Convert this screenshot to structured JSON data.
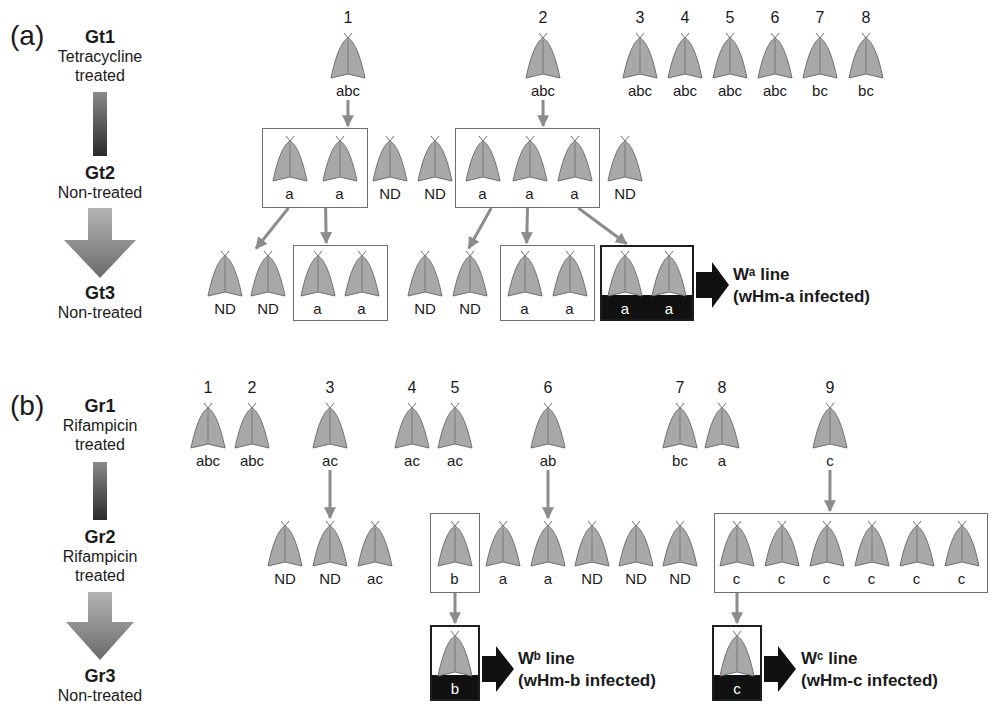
{
  "diagram": {
    "nodes": [
      {
        "text": [
          "abc"
        ]
      },
      {
        "text": [
          "abc"
        ]
      },
      {
        "text": [
          "abc"
        ]
      },
      {
        "text": [
          "abc"
        ]
      },
      {
        "text": [
          "abc"
        ]
      },
      {
        "text": [
          "abc"
        ]
      },
      {
        "text": [
          "bc"
        ]
      },
      {
        "text": [
          "bc"
        ]
      },
      {
        "text": []
      },
      {
        "text": [
          "a"
        ],
        "in": 8
      },
      {
        "text": [
          "a"
        ],
        "in": 8
      },
      {
        "text": [
          "ND"
        ]
      },
      {
        "text": [
          "ND"
        ]
      },
      {
        "text": []
      },
      {
        "text": [
          "a"
        ],
        "in": 13
      },
      {
        "text": [
          "a"
        ],
        "in": 13
      },
      {
        "text": [
          "a"
        ],
        "in": 13
      },
      {
        "text": [
          "ND"
        ]
      },
      {
        "text": [
          "ND"
        ]
      },
      {
        "text": [
          "ND"
        ]
      },
      {
        "text": []
      },
      {
        "text": [
          "a"
        ],
        "in": 20
      },
      {
        "text": [
          "a"
        ],
        "in": 20
      },
      {
        "text": [
          "ND"
        ]
      },
      {
        "text": [
          "ND"
        ]
      },
      {
        "text": []
      },
      {
        "text": [
          "a"
        ],
        "in": 25
      },
      {
        "text": [
          "a"
        ],
        "in": 25
      },
      {
        "text": []
      },
      {
        "text": [
          "a"
        ],
        "in": 28
      },
      {
        "text": [
          "a"
        ],
        "in": 28
      },
      {
        "text": [
          "abc"
        ]
      },
      {
        "text": [
          "abc"
        ]
      },
      {
        "text": [
          "ac"
        ]
      },
      {
        "text": [
          "ac"
        ]
      },
      {
        "text": [
          "ac"
        ]
      },
      {
        "text": [
          "ab"
        ]
      },
      {
        "text": [
          "bc"
        ]
      },
      {
        "text": [
          "a"
        ]
      },
      {
        "text": [
          "c"
        ]
      },
      {
        "text": [
          "ND"
        ]
      },
      {
        "text": [
          "ND"
        ]
      },
      {
        "text": [
          "ac"
        ]
      },
      {
        "text": []
      },
      {
        "text": [
          "b"
        ],
        "in": 43
      },
      {
        "text": [
          "a"
        ]
      },
      {
        "text": [
          "a"
        ]
      },
      {
        "text": [
          "ND"
        ]
      },
      {
        "text": [
          "ND"
        ]
      },
      {
        "text": [
          "ND"
        ]
      },
      {
        "text": []
      },
      {
        "text": [
          "c"
        ],
        "in": 50
      },
      {
        "text": [
          "c"
        ],
        "in": 50
      },
      {
        "text": [
          "c"
        ],
        "in": 50
      },
      {
        "text": [
          "c"
        ],
        "in": 50
      },
      {
        "text": [
          "c"
        ],
        "in": 50
      },
      {
        "text": [
          "c"
        ],
        "in": 50
      },
      {
        "text": []
      },
      {
        "text": [
          "b"
        ],
        "in": 57
      },
      {
        "text": []
      },
      {
        "text": [
          "c"
        ],
        "in": 59
      }
    ],
    "edges": [
      {
        "from": 0,
        "to": 8,
        "arrow": "to"
      },
      {
        "from": 1,
        "to": 13,
        "arrow": "to"
      },
      {
        "from": 8,
        "to": 19,
        "arrow": "to"
      },
      {
        "from": 8,
        "to": 20,
        "arrow": "to"
      },
      {
        "from": 13,
        "to": 24,
        "arrow": "to"
      },
      {
        "from": 13,
        "to": 25,
        "arrow": "to"
      },
      {
        "from": 13,
        "to": 28,
        "arrow": "to"
      },
      {
        "from": 33,
        "to": 41,
        "arrow": "to"
      },
      {
        "from": 36,
        "to": 46,
        "arrow": "to"
      },
      {
        "from": 39,
        "to": 50,
        "arrow": "to"
      },
      {
        "from": 43,
        "to": 57,
        "arrow": "to"
      },
      {
        "from": 50,
        "to": 59,
        "arrow": "to"
      }
    ],
    "labels": [
      "(a)",
      "Gt1",
      "Tetracycline treated",
      "Gt2",
      "Non-treated",
      "Gt3",
      "Non-treated",
      "1",
      "2",
      "3",
      "4",
      "5",
      "6",
      "7",
      "8",
      "Wᵃ line",
      "(wHm-a infected)",
      "(b)",
      "Gr1",
      "Rifampicin treated",
      "Gr2",
      "Rifampicin treated",
      "Gr3",
      "Non-treated",
      "1",
      "2",
      "3",
      "4",
      "5",
      "6",
      "7",
      "8",
      "9",
      "Wᵇ line",
      "(wHm-b infected)",
      "Wᶜ line",
      "(wHm-c infected)"
    ]
  }
}
